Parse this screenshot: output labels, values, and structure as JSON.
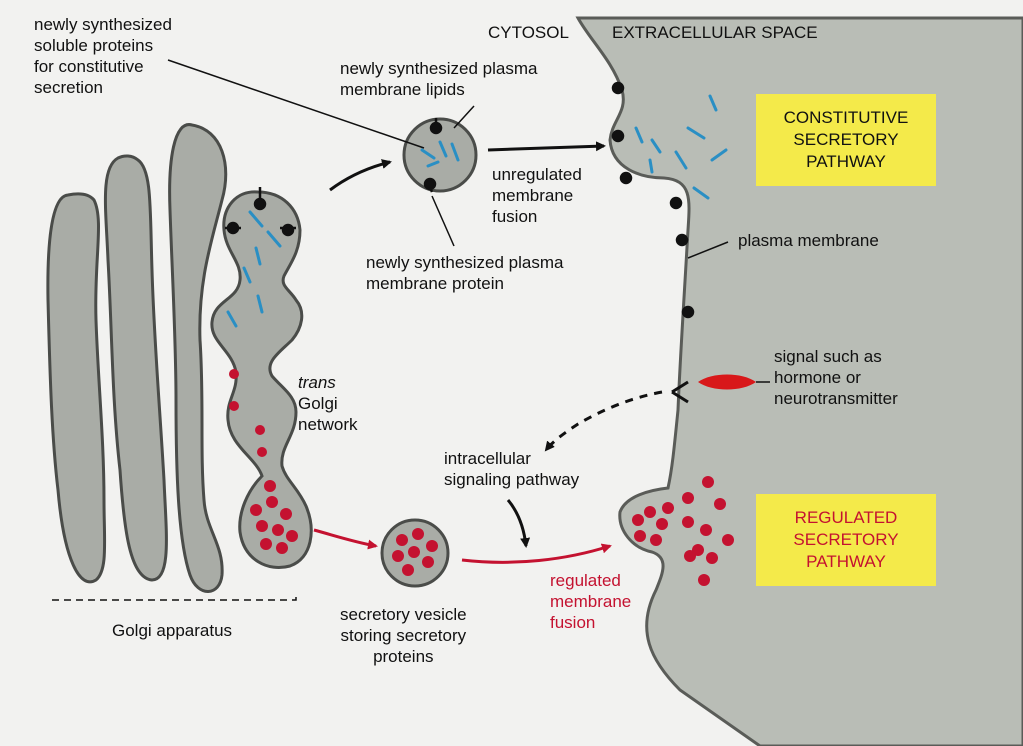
{
  "regions": {
    "cytosol": "CYTOSOL",
    "extracellular": "EXTRACELLULAR SPACE"
  },
  "labels": {
    "soluble_proteins": "newly synthesized\nsoluble proteins\nfor constitutive\nsecretion",
    "membrane_lipids": "newly synthesized plasma\nmembrane lipids",
    "unregulated_fusion": "unregulated\nmembrane\nfusion",
    "membrane_protein": "newly synthesized plasma\nmembrane protein",
    "plasma_membrane": "plasma membrane",
    "signal": "signal such as\nhormone or\nneurotransmitter",
    "trans_word": "trans",
    "golgi_network": "Golgi\nnetwork",
    "intracellular_pathway": "intracellular\nsignaling pathway",
    "regulated_fusion": "regulated\nmembrane\nfusion",
    "secretory_vesicle": "secretory vesicle\nstoring secretory\nproteins",
    "golgi_apparatus": "Golgi apparatus"
  },
  "pathways": {
    "constitutive": "CONSTITUTIVE\nSECRETORY\nPATHWAY",
    "regulated": "REGULATED\nSECRETORY\nPATHWAY"
  },
  "colors": {
    "extracellular_fill": "#b9bdb6",
    "golgi_fill": "#a9aca6",
    "golgi_stroke": "#4a4c49",
    "soluble_protein": "#2a8fc4",
    "membrane_protein": "#111111",
    "secretory_granule": "#c41230",
    "signal_molecule": "#d8181a",
    "label_box": "#f4ea4a",
    "regulated_text": "#c41230"
  }
}
